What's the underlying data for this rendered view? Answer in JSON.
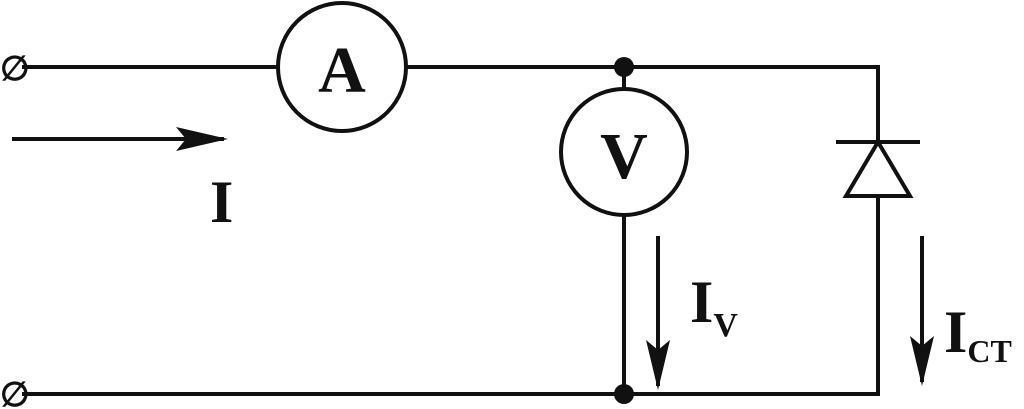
{
  "diagram": {
    "type": "circuit",
    "terminals": [
      {
        "name": "input-terminal-top",
        "symbol": "∅"
      },
      {
        "name": "input-terminal-bottom",
        "symbol": "∅"
      }
    ],
    "ammeter": {
      "label": "A"
    },
    "voltmeter": {
      "label": "V"
    },
    "diode": {
      "icon": "diode-icon"
    },
    "currents": {
      "total": {
        "main": "I",
        "sub": ""
      },
      "voltmeter": {
        "main": "I",
        "sub": "V"
      },
      "diode": {
        "main": "I",
        "sub": "CT"
      }
    },
    "colors": {
      "line": "#111111",
      "background": "#ffffff"
    }
  }
}
